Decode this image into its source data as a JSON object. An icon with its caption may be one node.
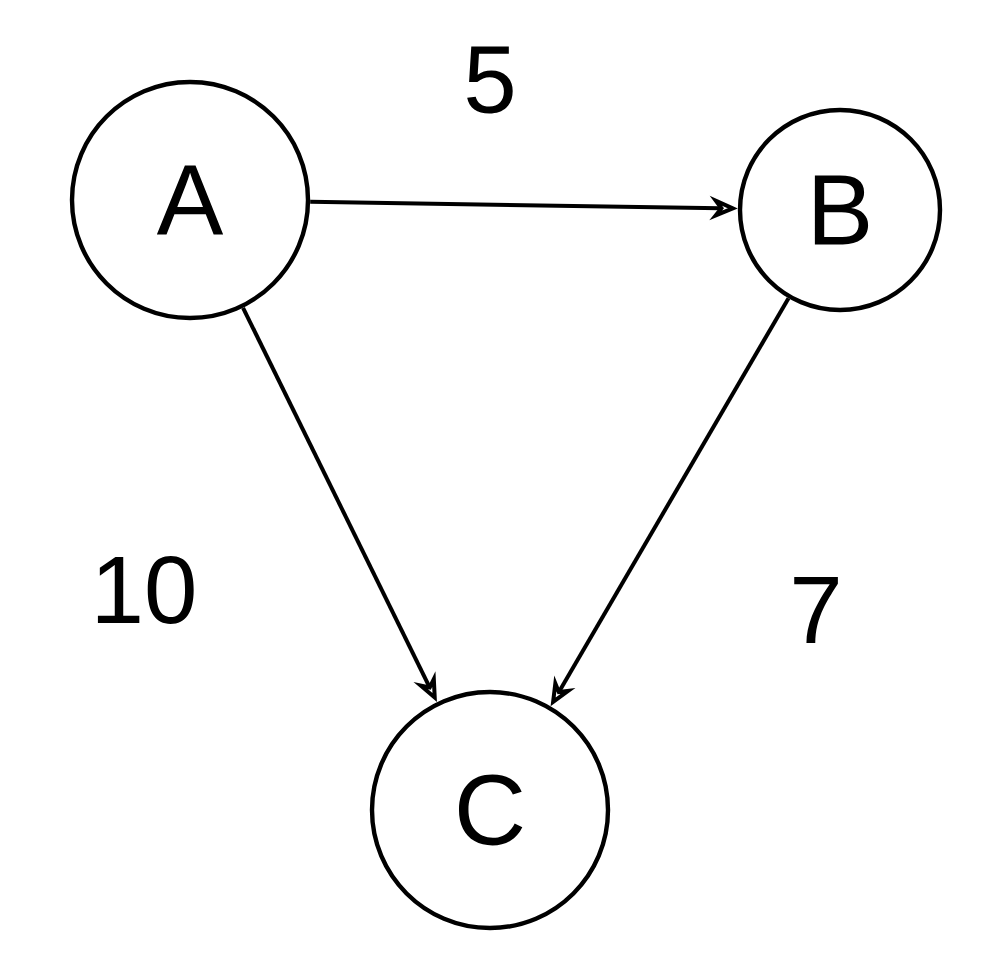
{
  "diagram": {
    "nodes": [
      {
        "text": [
          "A"
        ]
      },
      {
        "text": [
          "B"
        ]
      },
      {
        "text": [
          "C"
        ]
      }
    ],
    "edges": [
      {
        "from": 0,
        "to": 1,
        "arrow": "to",
        "label": "5"
      },
      {
        "from": 0,
        "to": 2,
        "arrow": "to",
        "label": "10"
      },
      {
        "from": 1,
        "to": 2,
        "arrow": "to",
        "label": "7"
      }
    ]
  }
}
